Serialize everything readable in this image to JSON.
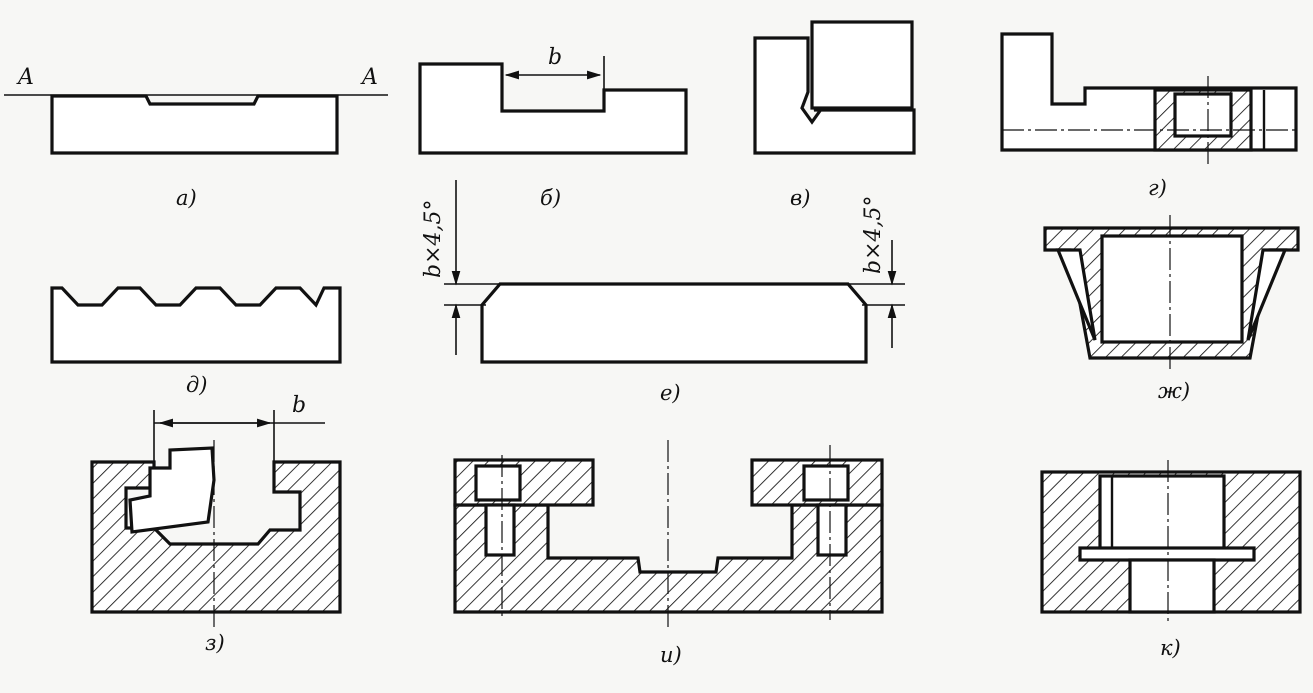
{
  "figure": {
    "section_label_left": "A",
    "section_label_right": "A",
    "dim_b": "b",
    "dim_chamfer_left": "b×4,5°",
    "dim_chamfer_right": "b×4,5°",
    "captions": {
      "a": "а)",
      "b": "б)",
      "v": "в)",
      "g": "г)",
      "d": "д)",
      "e": "е)",
      "zh": "ж)",
      "z": "з)",
      "i": "и)",
      "k": "к)"
    }
  }
}
